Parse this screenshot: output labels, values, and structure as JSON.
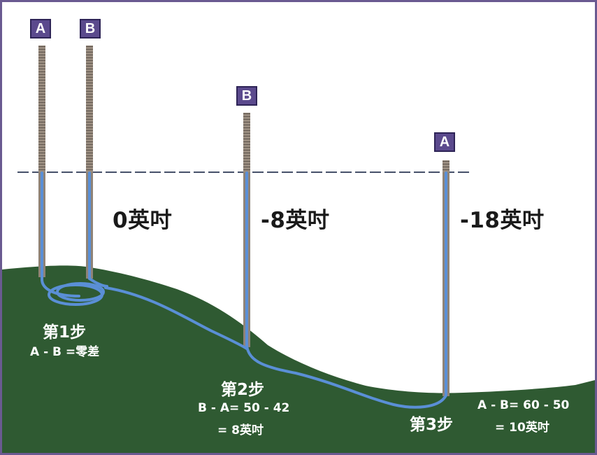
{
  "badges": {
    "step1_left": "A",
    "step1_right": "B",
    "step2": "B",
    "step3": "A"
  },
  "levels": {
    "step1": "0英吋",
    "step2": "-8英吋",
    "step3": "-18英吋"
  },
  "steps": {
    "step1": {
      "title": "第1步",
      "formula": "A - B =零差"
    },
    "step2": {
      "title": "第2步",
      "formula": "B - A= 50 - 42",
      "result": "= 8英吋"
    },
    "step3": {
      "title": "第3步",
      "formula": "A - B= 60 - 50",
      "result": "= 10英吋"
    }
  },
  "colors": {
    "ground": "#2f5a32",
    "hose": "#5a8fd6",
    "badge": "#5b4a8d",
    "frame": "#6a5a91",
    "reference_line": "#46506a"
  }
}
